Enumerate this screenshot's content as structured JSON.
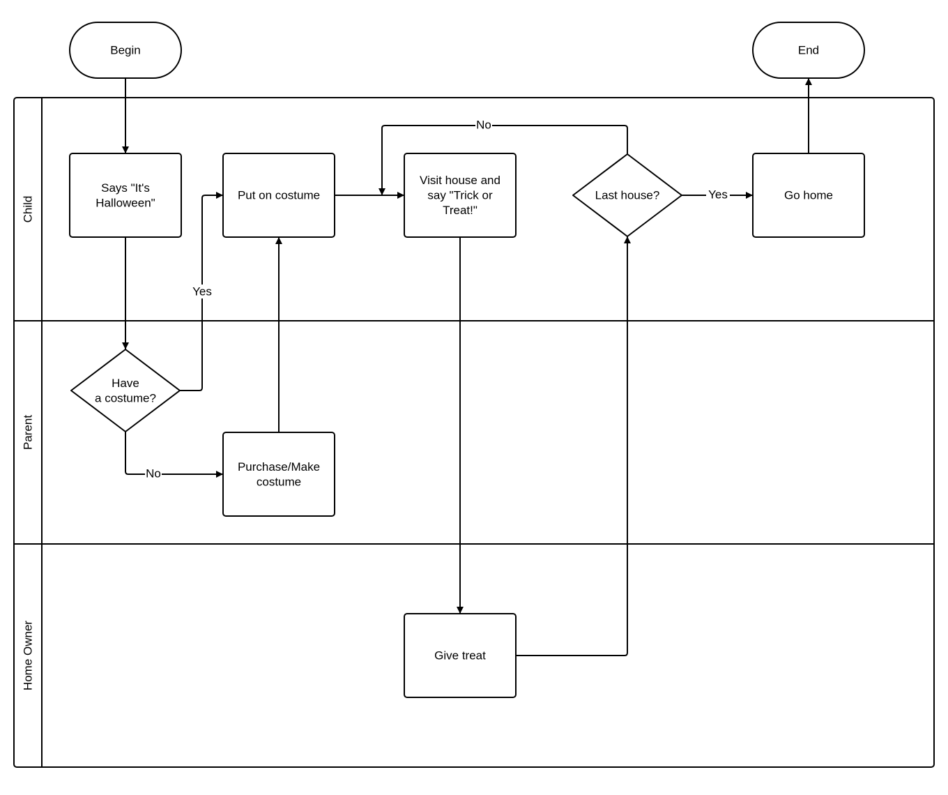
{
  "lanes": [
    {
      "id": "child",
      "label": "Child"
    },
    {
      "id": "parent",
      "label": "Parent"
    },
    {
      "id": "home_owner",
      "label": "Home Owner"
    }
  ],
  "nodes": {
    "begin": {
      "shape": "terminal",
      "lines": [
        "Begin"
      ]
    },
    "end": {
      "shape": "terminal",
      "lines": [
        "End"
      ]
    },
    "says": {
      "shape": "process",
      "lines": [
        "Says \"It's",
        "Halloween\""
      ]
    },
    "put_on": {
      "shape": "process",
      "lines": [
        "Put on costume"
      ]
    },
    "visit": {
      "shape": "process",
      "lines": [
        "Visit house and",
        "say \"Trick or",
        "Treat!\""
      ]
    },
    "last_house": {
      "shape": "decision",
      "lines": [
        "Last house?"
      ]
    },
    "go_home": {
      "shape": "process",
      "lines": [
        "Go home"
      ]
    },
    "have_costume": {
      "shape": "decision",
      "lines": [
        "Have",
        "a costume?"
      ]
    },
    "purchase": {
      "shape": "process",
      "lines": [
        "Purchase/Make",
        "costume"
      ]
    },
    "give_treat": {
      "shape": "process",
      "lines": [
        "Give treat"
      ]
    }
  },
  "edges": [
    {
      "id": "begin-says",
      "from": "begin",
      "to": "says",
      "label": ""
    },
    {
      "id": "says-have",
      "from": "says",
      "to": "have_costume",
      "label": ""
    },
    {
      "id": "have-puton",
      "from": "have_costume",
      "to": "put_on",
      "label": "Yes"
    },
    {
      "id": "have-purchase",
      "from": "have_costume",
      "to": "purchase",
      "label": "No"
    },
    {
      "id": "purchase-puton",
      "from": "purchase",
      "to": "put_on",
      "label": ""
    },
    {
      "id": "puton-visit",
      "from": "put_on",
      "to": "visit",
      "label": ""
    },
    {
      "id": "visit-give",
      "from": "visit",
      "to": "give_treat",
      "label": ""
    },
    {
      "id": "give-last",
      "from": "give_treat",
      "to": "last_house",
      "label": ""
    },
    {
      "id": "last-visit",
      "from": "last_house",
      "to": "visit",
      "label": "No"
    },
    {
      "id": "last-gohome",
      "from": "last_house",
      "to": "go_home",
      "label": "Yes"
    },
    {
      "id": "gohome-end",
      "from": "go_home",
      "to": "end",
      "label": ""
    }
  ]
}
